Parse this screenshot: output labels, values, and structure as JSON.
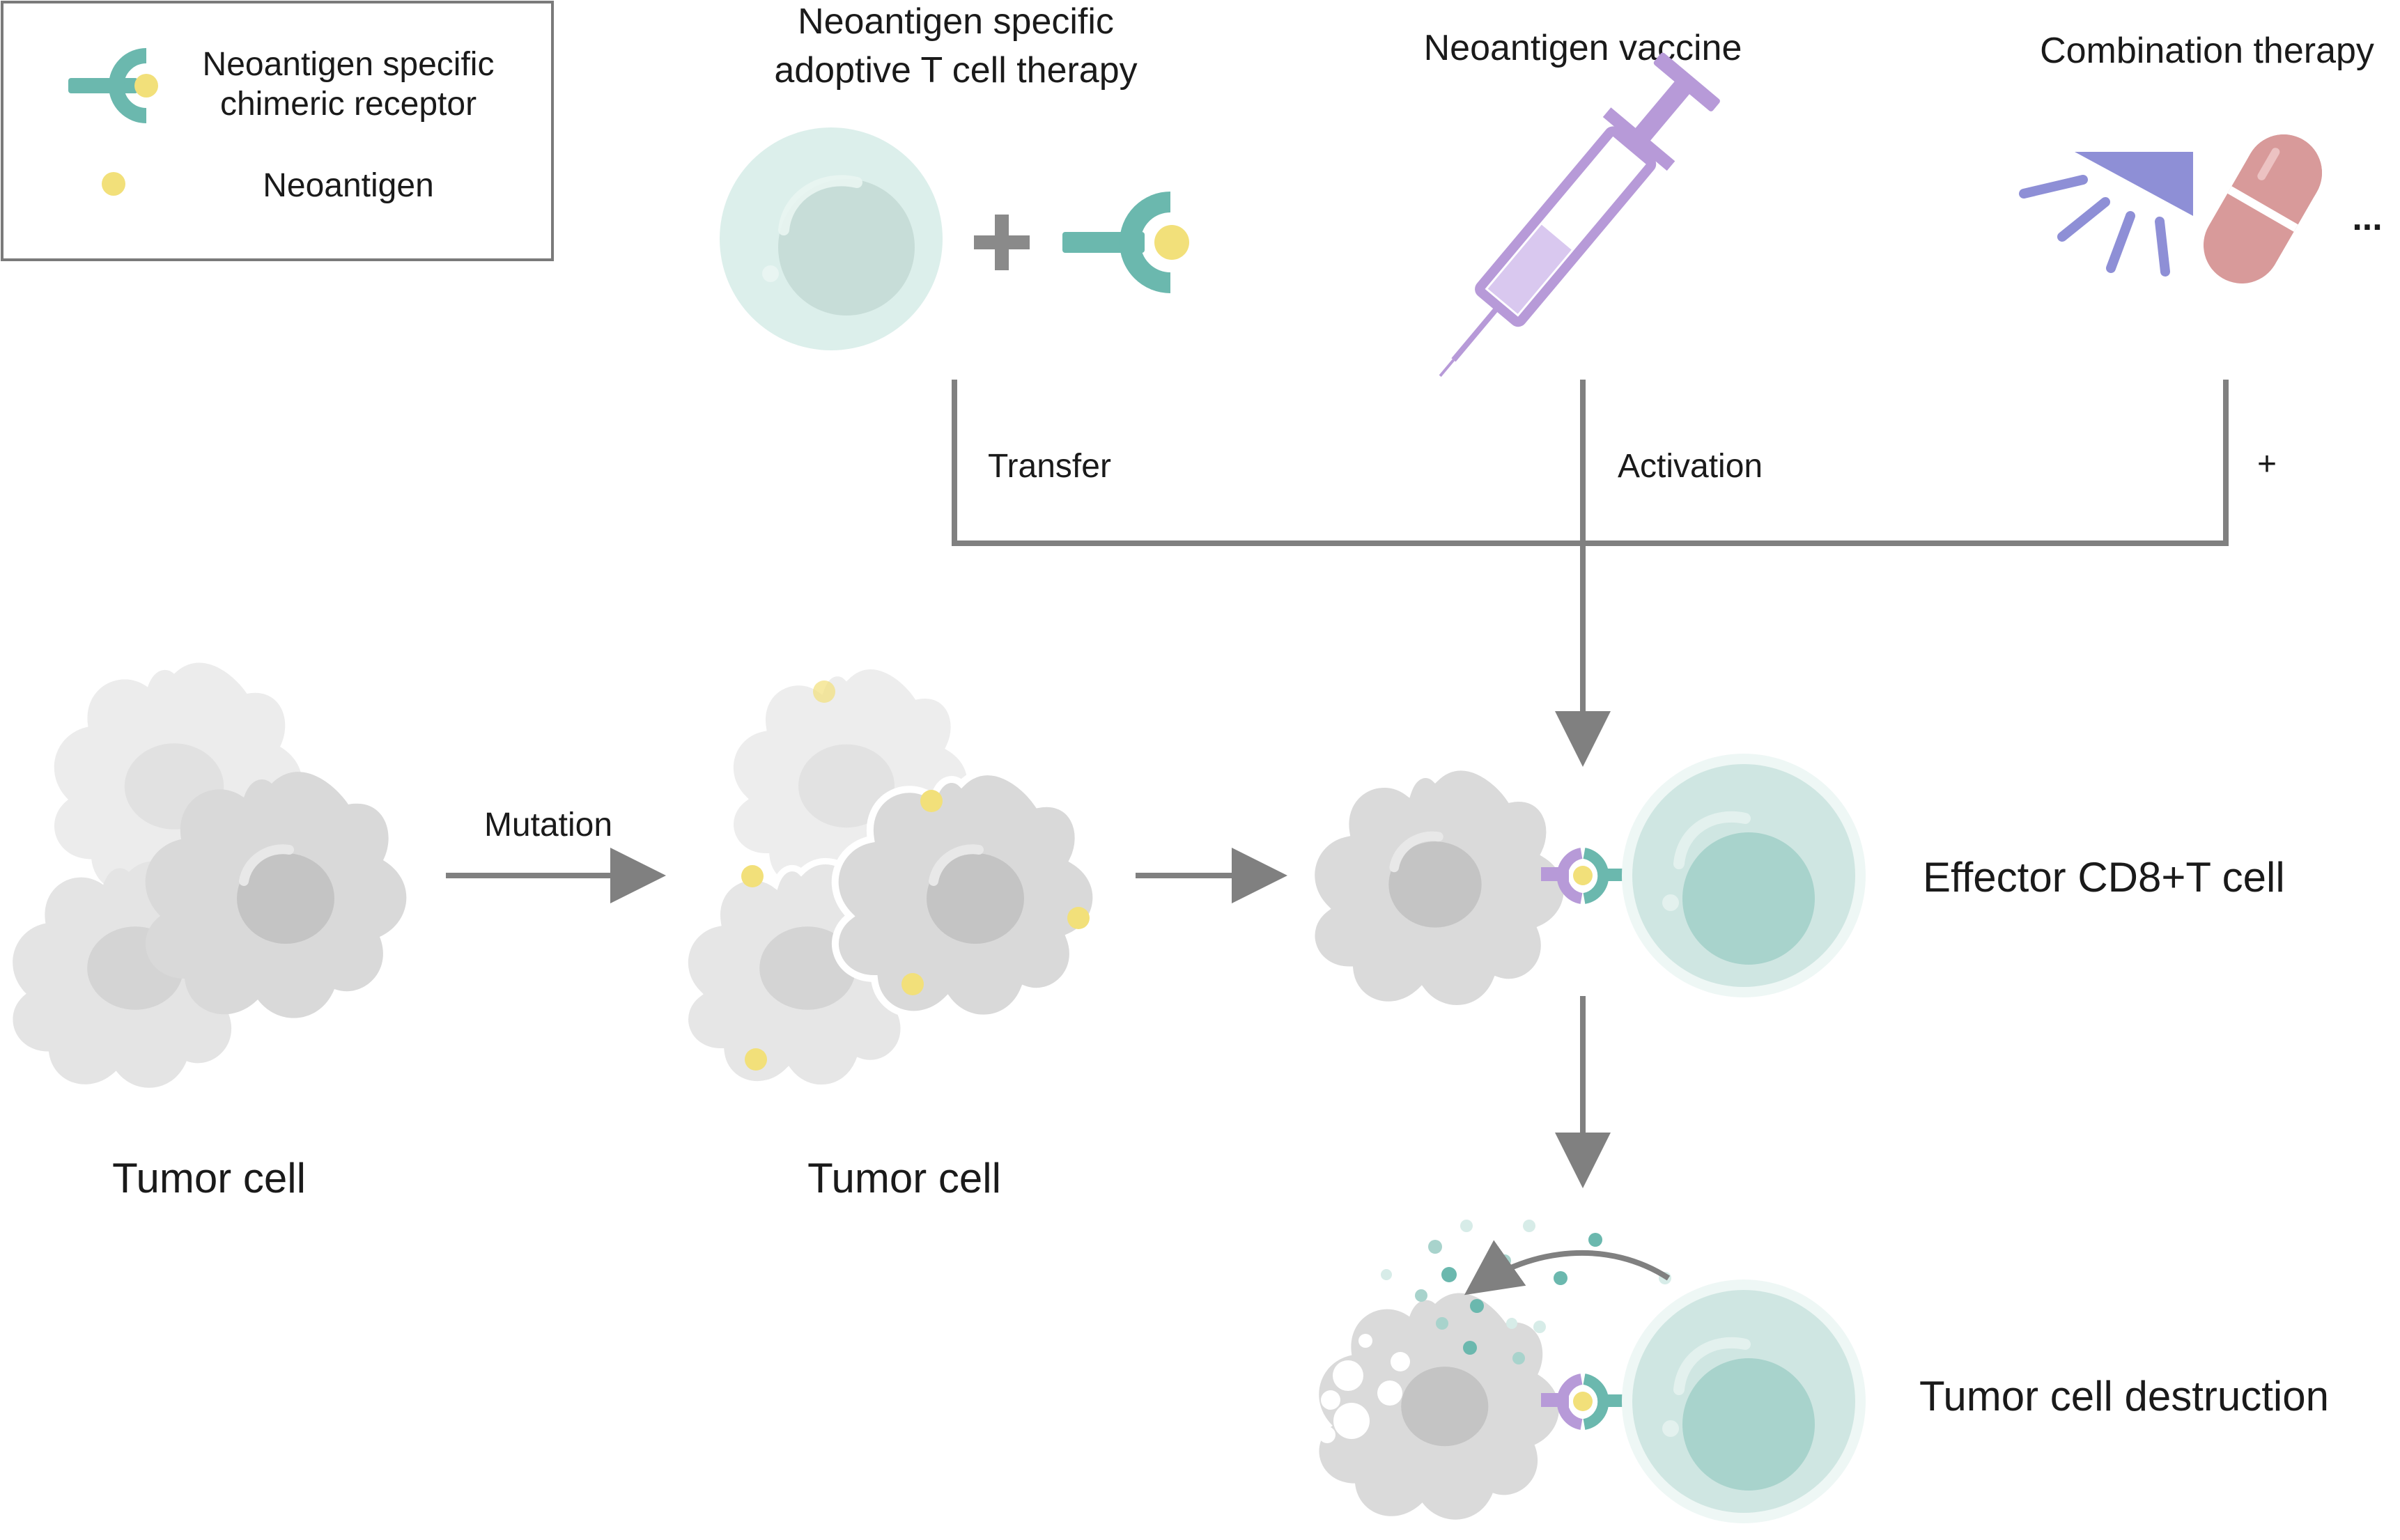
{
  "legend": {
    "receptor_label_line1": "Neoantigen specific",
    "receptor_label_line2": "chimeric receptor",
    "neoantigen_label": "Neoantigen"
  },
  "therapies": {
    "act_title_line1": "Neoantigen specific",
    "act_title_line2": "adoptive T cell therapy",
    "vaccine_title": "Neoantigen vaccine",
    "combination_title": "Combination therapy",
    "plus_symbol": "+",
    "ellipsis": "..."
  },
  "connectors": {
    "transfer_label": "Transfer",
    "activation_label": "Activation",
    "plus_label": "+"
  },
  "flow": {
    "mutation_label": "Mutation",
    "tumor_cell_label": "Tumor cell",
    "tumor_cell_mutated_label": "Tumor cell",
    "effector_label": "Effector CD8+T cell",
    "destruction_label": "Tumor cell destruction"
  },
  "colors": {
    "arrow_gray": "#808080",
    "receptor_teal": "#6bb8ae",
    "neoantigen_yellow": "#f2e07a",
    "syringe_purple": "#b79ad8",
    "radiation_blue": "#8e8fd6",
    "pill_pink": "#d89a9a",
    "tcell_fill": "#c7e3de",
    "tumor_gray": "#d9d9d9"
  }
}
